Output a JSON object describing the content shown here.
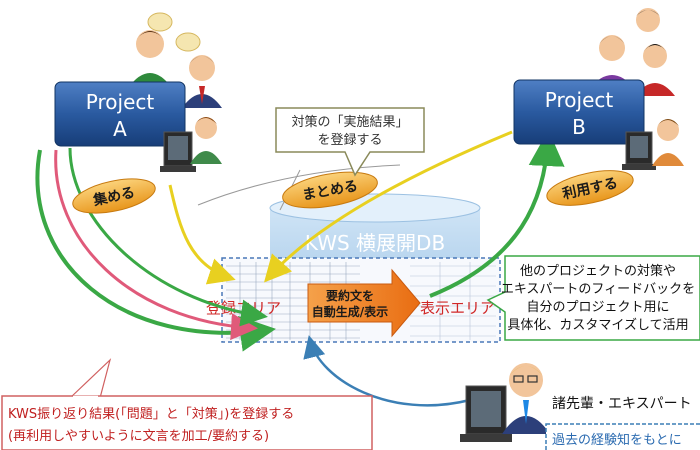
{
  "projects": {
    "a": {
      "line1": "Project",
      "line2": "A"
    },
    "b": {
      "line1": "Project",
      "line2": "B"
    }
  },
  "actions": {
    "collect": "集める",
    "summarize": "まとめる",
    "use": "利用する"
  },
  "callouts": {
    "register_result_line1": "対策の「実施結果」",
    "register_result_line2": "を登録する",
    "feedback_line1": "他のプロジェクトの対策や",
    "feedback_line2": "エキスパートのフィードバックを",
    "feedback_line3": "自分のプロジェクト用に",
    "feedback_line4": "具体化、カスタマイズして活用",
    "kws_line1": "KWS振り返り結果(「問題」と「対策」)を登録する",
    "kws_line2": "(再利用しやすいように文言を加工/要約する)",
    "past_knowledge": "過去の経験知をもとに"
  },
  "db": {
    "title": "KWS 横展開DB",
    "register_area": "登録エリア",
    "summary_line1": "要約文を",
    "summary_line2": "自動生成/表示",
    "display_area": "表示エリア"
  },
  "expert": {
    "label": "諸先輩・エキスパート"
  },
  "colors": {
    "project_box": "#1f4e96",
    "oval": "#f0a830",
    "register_text": "#d02828",
    "arrow_orange": "#f07818",
    "green": "#3aa845",
    "yellow": "#e8d020",
    "blue_arrow": "#3b7fb5",
    "feedback_border": "#3aa845",
    "kws_border": "#d06060",
    "db_fill": "#b9d6ee"
  }
}
